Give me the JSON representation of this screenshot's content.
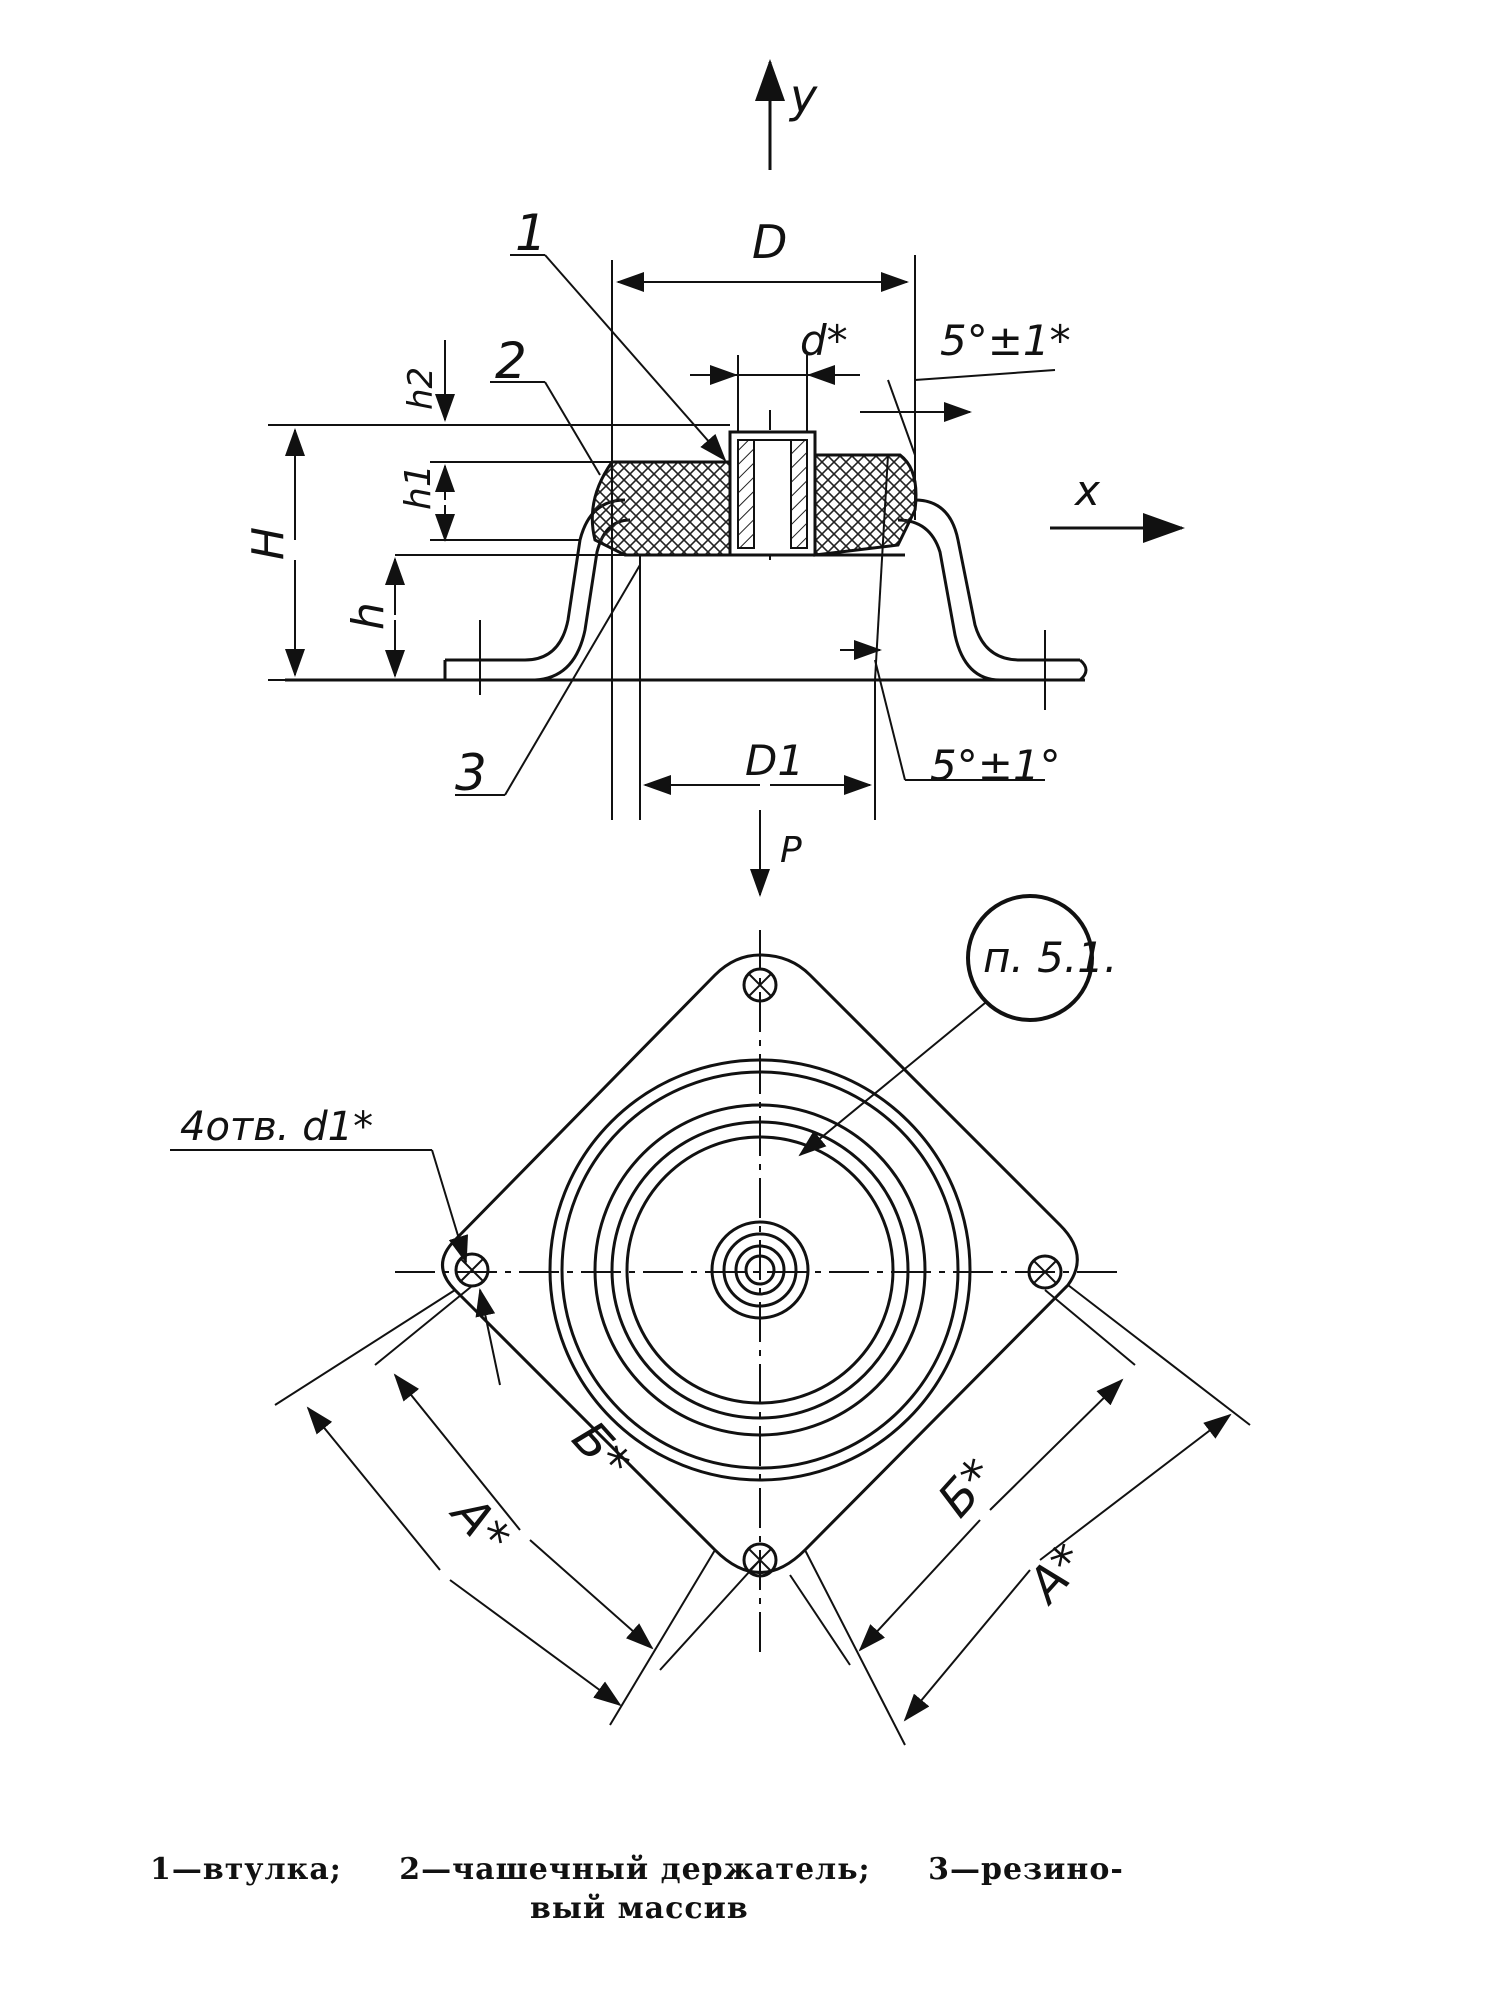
{
  "axis_labels": {
    "y": "y",
    "x": "x",
    "load": "P"
  },
  "dimensions": {
    "D": "D",
    "d_star": "d*",
    "angle_top": "5°±1*",
    "angle_bottom": "5°±1°",
    "H": "H",
    "h": "h",
    "h1": "h1",
    "h2": "h2",
    "D1": "D1",
    "holes": "4отв. d1*",
    "A_left": "А*",
    "B_left": "Б*",
    "A_right": "А*",
    "B_right": "Б*"
  },
  "part_numbers": {
    "p1": "1",
    "p2": "2",
    "p3": "3"
  },
  "note_ref": "п. 5.1.",
  "caption": {
    "item1": "1—втулка;",
    "item2": "2—чашечный держатель;",
    "item3": "3—резино-",
    "item3_cont": "вый массив"
  }
}
